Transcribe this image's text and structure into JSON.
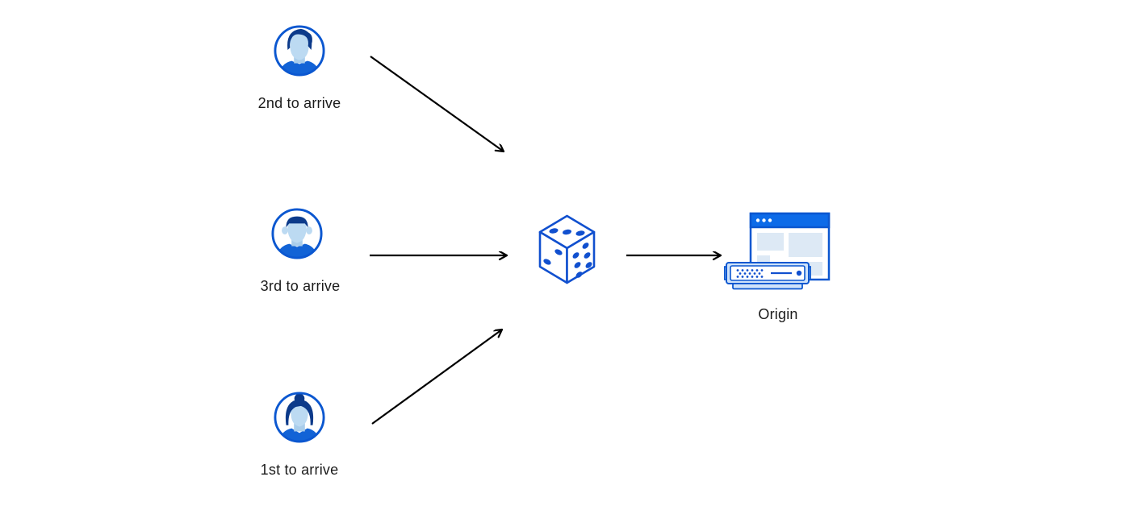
{
  "diagram": {
    "type": "flow-diagram",
    "description": "Three visitors arrive in different order; requests pass through a random (dice) selector to an origin server",
    "nodes": {
      "second_visitor": {
        "label": "2nd to arrive",
        "icon": "male-avatar-swept-hair-icon"
      },
      "third_visitor": {
        "label": "3rd to arrive",
        "icon": "male-avatar-flat-hair-icon"
      },
      "first_visitor": {
        "label": "1st to arrive",
        "icon": "female-avatar-bun-icon"
      },
      "random_selector": {
        "label": "",
        "icon": "dice-icon"
      },
      "origin": {
        "label": "Origin",
        "icon": "server-browser-icon"
      }
    },
    "edges": [
      {
        "from": "second_visitor",
        "to": "random_selector"
      },
      {
        "from": "third_visitor",
        "to": "random_selector"
      },
      {
        "from": "first_visitor",
        "to": "random_selector"
      },
      {
        "from": "random_selector",
        "to": "origin"
      }
    ],
    "colors": {
      "background": "#ffffff",
      "arrow": "#000000",
      "primary_blue": "#0b57d0",
      "bright_blue_titlebar": "#0d6be8",
      "dark_navy_hair": "#0c3a8a",
      "light_blue_face": "#bcdaf2",
      "pale_blue_blocks": "#dde9f5",
      "pale_blue_server_frame": "#cfe3fa",
      "label_text": "#1b1b1b"
    }
  }
}
